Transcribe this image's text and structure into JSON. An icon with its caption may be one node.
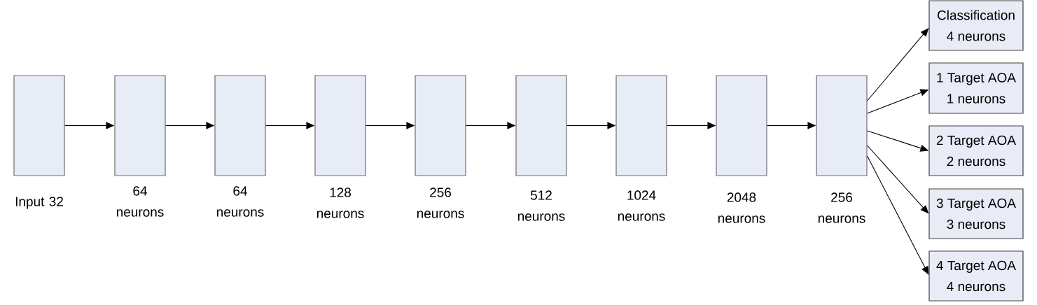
{
  "diagram": {
    "nodes": [
      {
        "text": [],
        "shape": "box",
        "beside": [
          "Input 32"
        ]
      },
      {
        "text": [],
        "shape": "box",
        "beside": [
          "64 neurons"
        ]
      },
      {
        "text": [],
        "shape": "box",
        "beside": [
          "64 neurons"
        ]
      },
      {
        "text": [],
        "shape": "box",
        "beside": [
          "128 neurons"
        ]
      },
      {
        "text": [],
        "shape": "box",
        "beside": [
          "256 neurons"
        ]
      },
      {
        "text": [],
        "shape": "box",
        "beside": [
          "512 neurons"
        ]
      },
      {
        "text": [],
        "shape": "box",
        "beside": [
          "1024 neurons"
        ]
      },
      {
        "text": [],
        "shape": "box",
        "beside": [
          "2048 neurons"
        ]
      },
      {
        "text": [],
        "shape": "box",
        "beside": [
          "256 neurons"
        ]
      },
      {
        "text": [
          "Classification",
          "4 neurons"
        ]
      },
      {
        "text": [
          "1 Target AOA",
          "1 neurons"
        ]
      },
      {
        "text": [
          "2 Target AOA",
          "2 neurons"
        ]
      },
      {
        "text": [
          "3 Target AOA",
          "3 neurons"
        ]
      },
      {
        "text": [
          "4 Target AOA",
          "4 neurons"
        ]
      }
    ],
    "edges": [
      {
        "from": 0,
        "to": 1,
        "arrow": "to"
      },
      {
        "from": 1,
        "to": 2,
        "arrow": "to"
      },
      {
        "from": 2,
        "to": 3,
        "arrow": "to"
      },
      {
        "from": 3,
        "to": 4,
        "arrow": "to"
      },
      {
        "from": 4,
        "to": 5,
        "arrow": "to"
      },
      {
        "from": 5,
        "to": 6,
        "arrow": "to"
      },
      {
        "from": 6,
        "to": 7,
        "arrow": "to"
      },
      {
        "from": 7,
        "to": 8,
        "arrow": "to"
      },
      {
        "from": 8,
        "to": 9,
        "arrow": "to"
      },
      {
        "from": 8,
        "to": 10,
        "arrow": "to"
      },
      {
        "from": 8,
        "to": 11,
        "arrow": "to"
      },
      {
        "from": 8,
        "to": 12,
        "arrow": "to"
      },
      {
        "from": 8,
        "to": 13,
        "arrow": "to"
      }
    ]
  }
}
